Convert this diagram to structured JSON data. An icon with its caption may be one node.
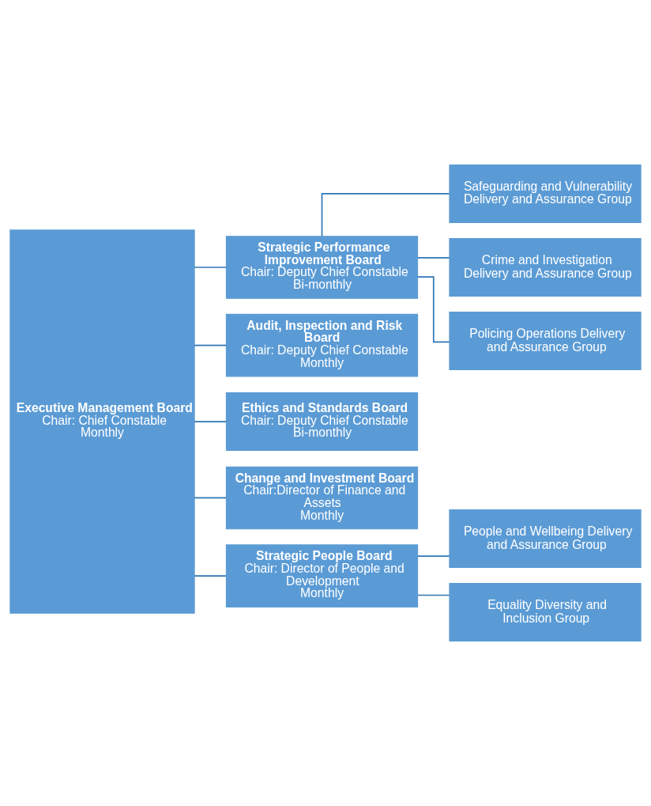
{
  "diagram": {
    "nodes": [
      {
        "text": [
          "Executive Management Board",
          "Chair: Chief Constable",
          "Monthly"
        ]
      },
      {
        "text": [
          "Strategic Performance Improvement Board",
          "Chair: Deputy Chief Constable",
          "Bi-monthly"
        ]
      },
      {
        "text": [
          "Audit, Inspection and Risk Board",
          "Chair: Deputy Chief Constable",
          "Monthly"
        ]
      },
      {
        "text": [
          "Ethics and Standards Board",
          "Chair: Deputy Chief Constable",
          "Bi-monthly"
        ]
      },
      {
        "text": [
          "Change and Investment Board",
          "Chair:Director of Finance and Assets",
          "Monthly"
        ]
      },
      {
        "text": [
          "Strategic People Board",
          "Chair: Director of People and Development",
          "Monthly"
        ]
      },
      {
        "text": [
          "Safeguarding and Vulnerability Delivery and Assurance Group"
        ]
      },
      {
        "text": [
          "Crime and Investigation Delivery and Assurance Group"
        ]
      },
      {
        "text": [
          "Policing Operations Delivery and Assurance Group"
        ]
      },
      {
        "text": [
          "People and Wellbeing Delivery and Assurance Group"
        ]
      },
      {
        "text": [
          "Equality Diversity and Inclusion Group"
        ]
      }
    ],
    "edges": [
      {
        "from": 0,
        "to": 1,
        "arrow": "none"
      },
      {
        "from": 0,
        "to": 2,
        "arrow": "none"
      },
      {
        "from": 0,
        "to": 3,
        "arrow": "none"
      },
      {
        "from": 0,
        "to": 4,
        "arrow": "none"
      },
      {
        "from": 0,
        "to": 5,
        "arrow": "none"
      },
      {
        "from": 1,
        "to": 6,
        "arrow": "none"
      },
      {
        "from": 1,
        "to": 7,
        "arrow": "none"
      },
      {
        "from": 1,
        "to": 8,
        "arrow": "none"
      },
      {
        "from": 5,
        "to": 9,
        "arrow": "none"
      },
      {
        "from": 5,
        "to": 10,
        "arrow": "none"
      }
    ]
  }
}
